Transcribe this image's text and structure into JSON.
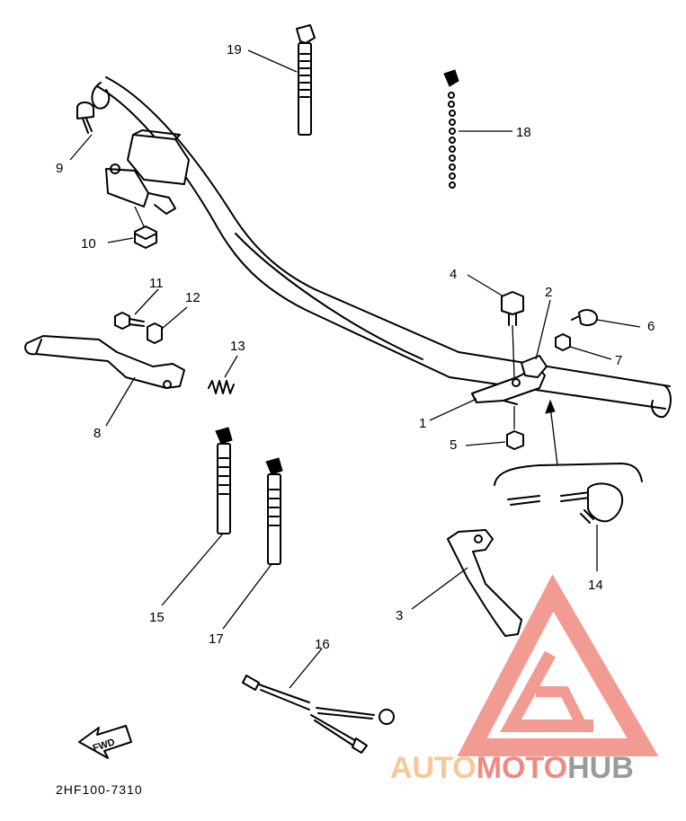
{
  "diagram": {
    "callouts": {
      "c1": "1",
      "c2": "2",
      "c3": "3",
      "c4": "4",
      "c5": "5",
      "c6": "6",
      "c7": "7",
      "c8": "8",
      "c9": "9",
      "c10": "10",
      "c11": "11",
      "c12": "12",
      "c13": "13",
      "c14": "14",
      "c15": "15",
      "c16": "16",
      "c17": "17",
      "c18": "18",
      "c19": "19"
    },
    "fwd_label": "FWD",
    "document_code": "2HF100-7310"
  },
  "watermark": {
    "brand_part1": "AUTO",
    "brand_part2": "MOTO",
    "brand_part3": "HUB",
    "colors": {
      "logo_triangle": "#f08a80",
      "auto": "#f5c89a",
      "moto": "#f08a80",
      "hub": "#9a9a9a"
    }
  }
}
